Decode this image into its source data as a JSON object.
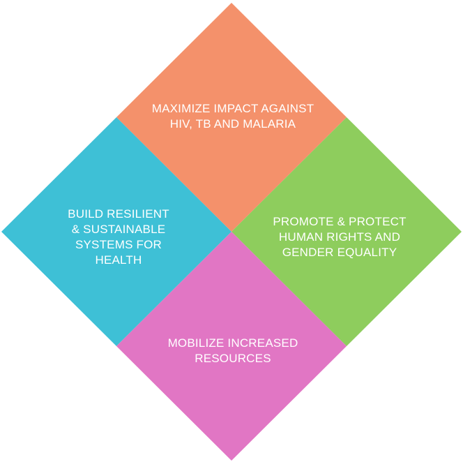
{
  "quadrants": {
    "top": {
      "text": "MAXIMIZE IMPACT AGAINST\nHIV, TB AND MALARIA",
      "color": "#F4916B"
    },
    "left": {
      "text": "BUILD RESILIENT\n& SUSTAINABLE\nSYSTEMS FOR\nHEALTH",
      "color": "#3EC0D6"
    },
    "right": {
      "text": "PROMOTE & PROTECT\nHUMAN RIGHTS AND\nGENDER EQUALITY",
      "color": "#8ECD5D"
    },
    "bottom": {
      "text": "MOBILIZE INCREASED\nRESOURCES",
      "color": "#E176C4"
    }
  }
}
